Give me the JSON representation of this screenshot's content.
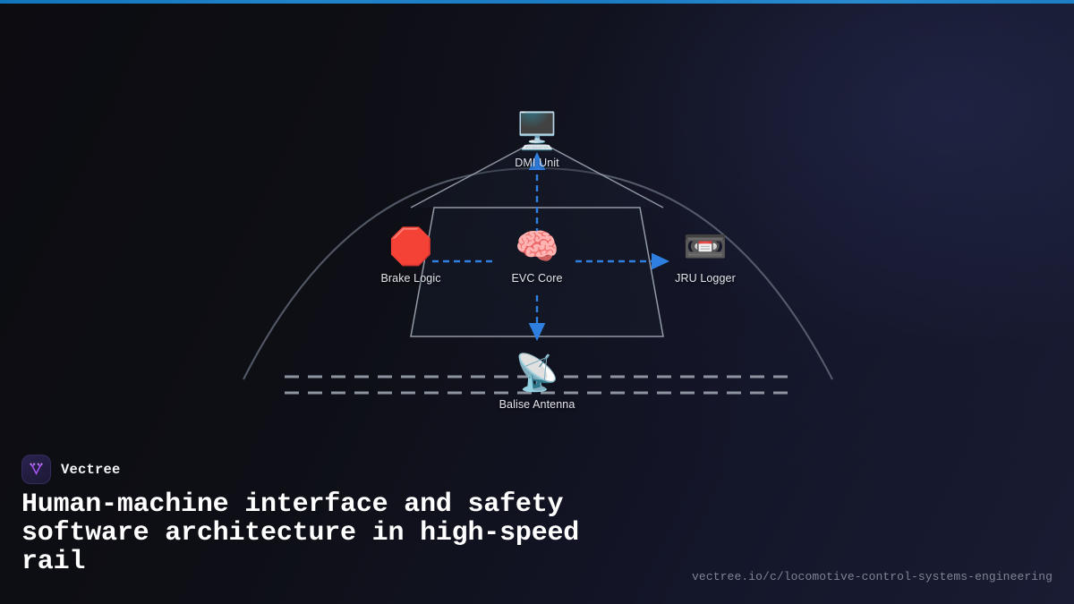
{
  "brand": {
    "name": "Vectree",
    "logo_icon": "vectree-tree-icon",
    "accent_color": "#a855f7",
    "logo_bg": "#241f44"
  },
  "topbar": {
    "accent_color": "#1f7ec5"
  },
  "headline": {
    "text": "Human-machine interface and safety software architecture in high-speed rail"
  },
  "footer": {
    "url": "vectree.io/c/locomotive-control-systems-engineering"
  },
  "diagram": {
    "title": "high-speed rail locomotive control architecture",
    "background_color": "#0d0d12",
    "body_stroke": "#9aa2ae",
    "flow_color": "#2f7fe0",
    "rail_color": "#8d94a0",
    "nodes": [
      {
        "id": "dmi",
        "label": "DMI Unit",
        "glyph": "🖥️",
        "icon": "desktop-computer-icon"
      },
      {
        "id": "brake",
        "label": "Brake Logic",
        "glyph": "🛑",
        "icon": "stop-sign-icon"
      },
      {
        "id": "evc",
        "label": "EVC Core",
        "glyph": "🧠",
        "icon": "brain-icon"
      },
      {
        "id": "jru",
        "label": "JRU Logger",
        "glyph": "📼",
        "icon": "videocassette-icon"
      },
      {
        "id": "balise",
        "label": "Balise Antenna",
        "glyph": "📡",
        "icon": "satellite-antenna-icon"
      }
    ],
    "flows": [
      {
        "id": "evc-to-dmi",
        "from": "EVC Core",
        "to": "DMI Unit",
        "arrow": true
      },
      {
        "id": "brake-to-evc",
        "from": "Brake Logic",
        "to": "EVC Core",
        "arrow": false
      },
      {
        "id": "evc-to-jru",
        "from": "EVC Core",
        "to": "JRU Logger",
        "arrow": true
      },
      {
        "id": "evc-to-balise",
        "from": "EVC Core",
        "to": "Balise Antenna",
        "arrow": true
      }
    ]
  }
}
